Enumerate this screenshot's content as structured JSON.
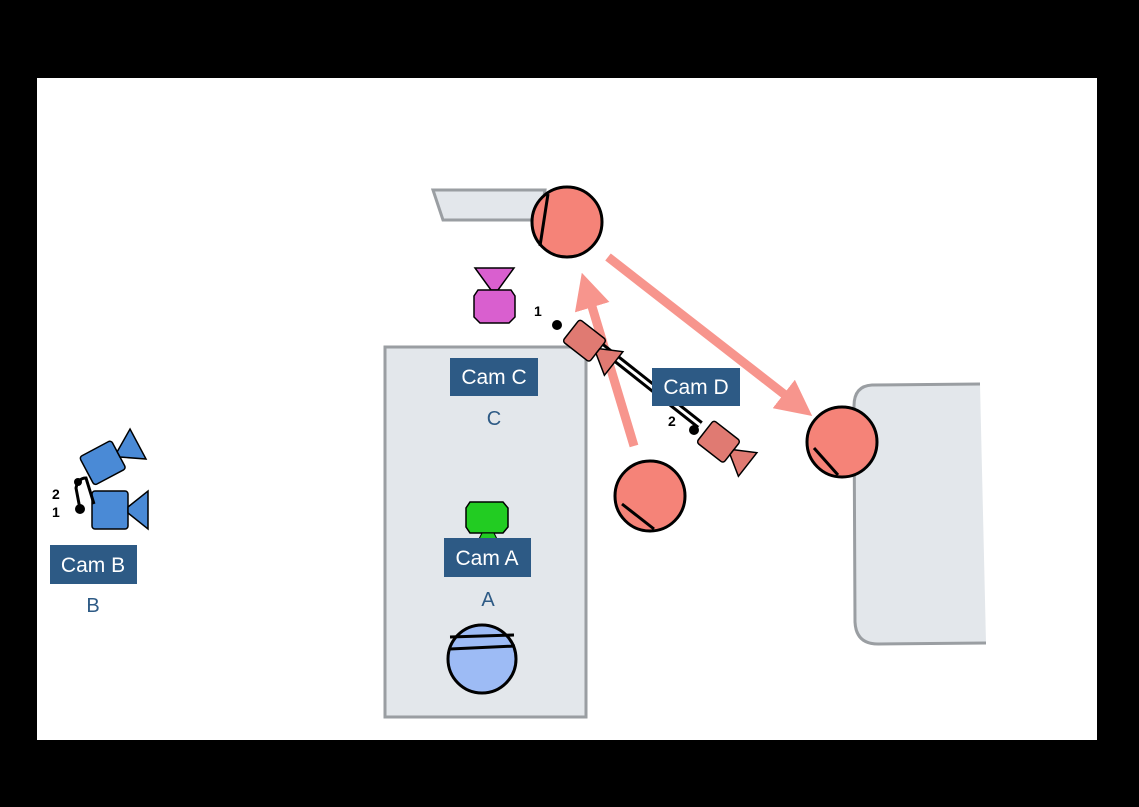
{
  "cameras": {
    "a": {
      "label": "Cam A",
      "position": "A"
    },
    "b": {
      "label": "Cam B",
      "position": "B"
    },
    "c": {
      "label": "Cam C",
      "position": "C"
    },
    "d": {
      "label": "Cam D"
    }
  },
  "move_markers": {
    "start": "1",
    "end": "2"
  },
  "colors": {
    "frame": "#000000",
    "canvas": "#ffffff",
    "set_piece_fill": "#e3e7eb",
    "set_piece_stroke": "#9a9ea2",
    "label_bg": "#2d5a85",
    "label_text": "#ffffff",
    "position_text": "#2d5a85",
    "cam_a": "#22cc22",
    "cam_b": "#4a8ad6",
    "cam_c": "#d95fcf",
    "cam_d": "#e07a72",
    "actor_red": "#f58378",
    "actor_blue": "#9dbbf5",
    "arrow": "#f7958d"
  }
}
